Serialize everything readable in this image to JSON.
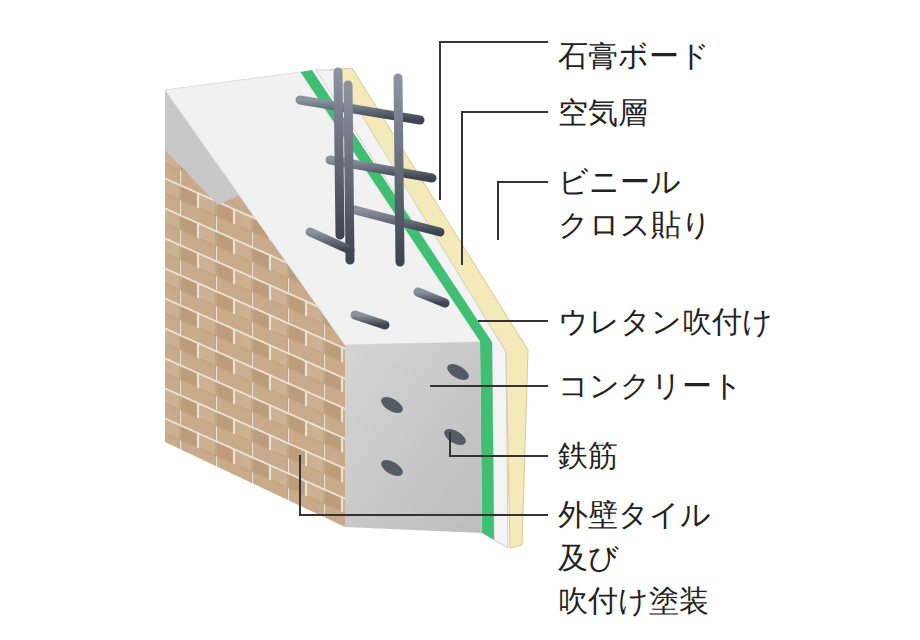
{
  "diagram": {
    "labels": [
      "石膏ボード",
      "空気層",
      "ビニール クロス貼り",
      "ウレタン吹付け",
      "コンクリート",
      "鉄筋",
      "外壁タイル 及び 吹付け塗装"
    ]
  }
}
